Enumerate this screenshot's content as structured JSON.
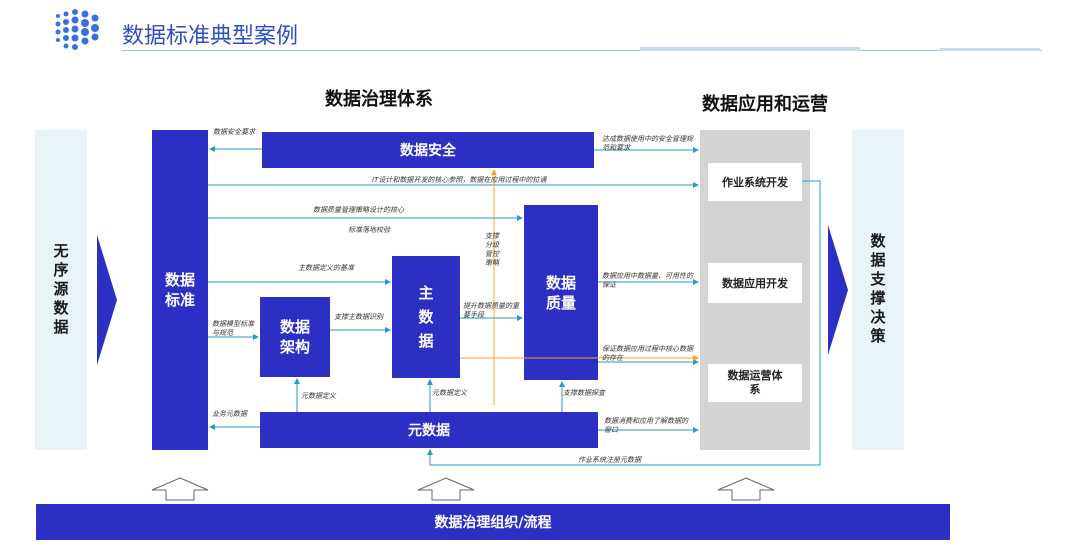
{
  "header": {
    "title": "数据标准典型案例"
  },
  "sections": {
    "governance": "数据治理体系",
    "application": "数据应用和运营"
  },
  "left_panel": "无序源数据",
  "right_panel": "数据支撑决策",
  "blocks": {
    "standard": "数据标准",
    "security": "数据安全",
    "architecture": "数据架构",
    "master": "主数据",
    "quality": "数据质量",
    "metadata": "元数据"
  },
  "apps": {
    "dev": "作业系统开发",
    "app_dev": "数据应用开发",
    "ops": "数据运营体系"
  },
  "bottom_bar": "数据治理组织/流程",
  "labels": {
    "sec_req": "数据安全要求",
    "sec_out": "达成数据使用中的安全管理规范和要求",
    "it_design": "IT设计和数据开发的核心参照，数据在应用过程中的拉通",
    "quality_core": "数据质量管理策略设计的核心",
    "std_check": "标准落地校验",
    "graded": "支撑分级管控策略",
    "master_basis": "主数据定义的基准",
    "model_norm": "数据模型标准与规范",
    "support_master": "支撑主数据识别",
    "quality_means": "提升数据质量的重要手段",
    "quality_out": "数据应用中数据量、可用性的保证",
    "core_exist": "保证数据应用过程中核心数据的存在",
    "meta_def1": "元数据定义",
    "meta_def2": "元数据定义",
    "support_probe": "支撑数据探查",
    "biz_meta": "业务元数据",
    "meta_entry": "数据消费和应用了解数据的窗口",
    "register_meta": "作业系统注册元数据"
  },
  "colors": {
    "primary": "#2b2fc4",
    "pale": "#e9f4f8",
    "gray": "#d3d3d5",
    "line": "#2a98c8",
    "orange": "#f5a623"
  }
}
